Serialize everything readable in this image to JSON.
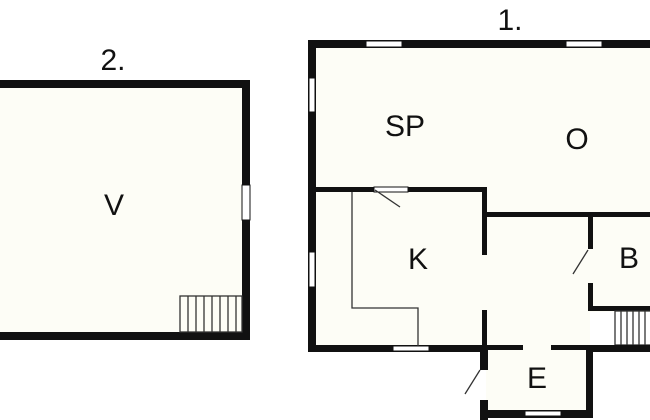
{
  "plans": [
    {
      "floor_label": "2.",
      "rooms": [
        {
          "label": "V"
        }
      ]
    },
    {
      "floor_label": "1.",
      "rooms": [
        {
          "label": "SP"
        },
        {
          "label": "O"
        },
        {
          "label": "K"
        },
        {
          "label": "B"
        },
        {
          "label": "E"
        }
      ]
    }
  ],
  "colors": {
    "floor": "#fdfdf6",
    "wall": "#111111"
  }
}
